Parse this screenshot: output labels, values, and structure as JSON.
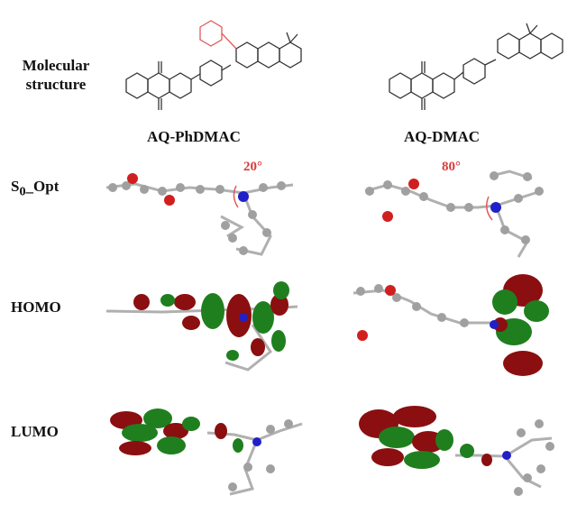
{
  "labels": {
    "structure": "Molecular structure",
    "s0": "S",
    "s0_sub": "0",
    "s0_suffix": "_Opt",
    "homo": "HOMO",
    "lumo": "LUMO"
  },
  "columns": {
    "left": "AQ-PhDMAC",
    "right": "AQ-DMAC"
  },
  "angles": {
    "left": "20°",
    "right": "80°"
  },
  "colors": {
    "orbital_positive": "#1f7f1f",
    "orbital_negative": "#8b0f10",
    "highlight": "#e05a5a",
    "oxygen": "#d11f1f",
    "nitrogen": "#2020c8",
    "carbon": "#9a9a9a"
  }
}
